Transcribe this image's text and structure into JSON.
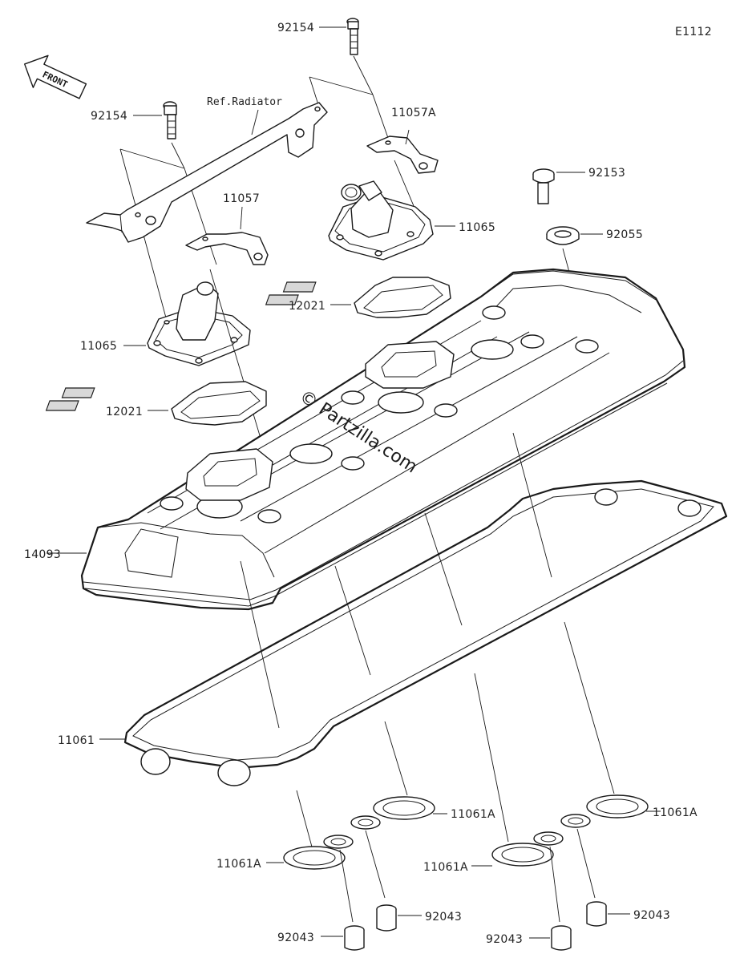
{
  "diagram_code": "E1112",
  "front_label": "FRONT",
  "watermark": "© Partzilla.com",
  "reference": "Ref.Radiator",
  "callouts": {
    "bolt_top": "92154",
    "bolt_left": "92154",
    "plate_right": "11057A",
    "plate_left": "11057",
    "bolt_small": "92153",
    "washer": "92055",
    "breather_right": "11065",
    "breather_left": "11065",
    "gasket_right": "12021",
    "gasket_left": "12021",
    "head_cover": "14093",
    "cover_gasket": "11061",
    "plug_gasket_1": "11061A",
    "plug_gasket_2": "11061A",
    "plug_gasket_3": "11061A",
    "plug_gasket_4": "11061A",
    "collar_1": "92043",
    "collar_2": "92043",
    "collar_3": "92043",
    "collar_4": "92043"
  }
}
